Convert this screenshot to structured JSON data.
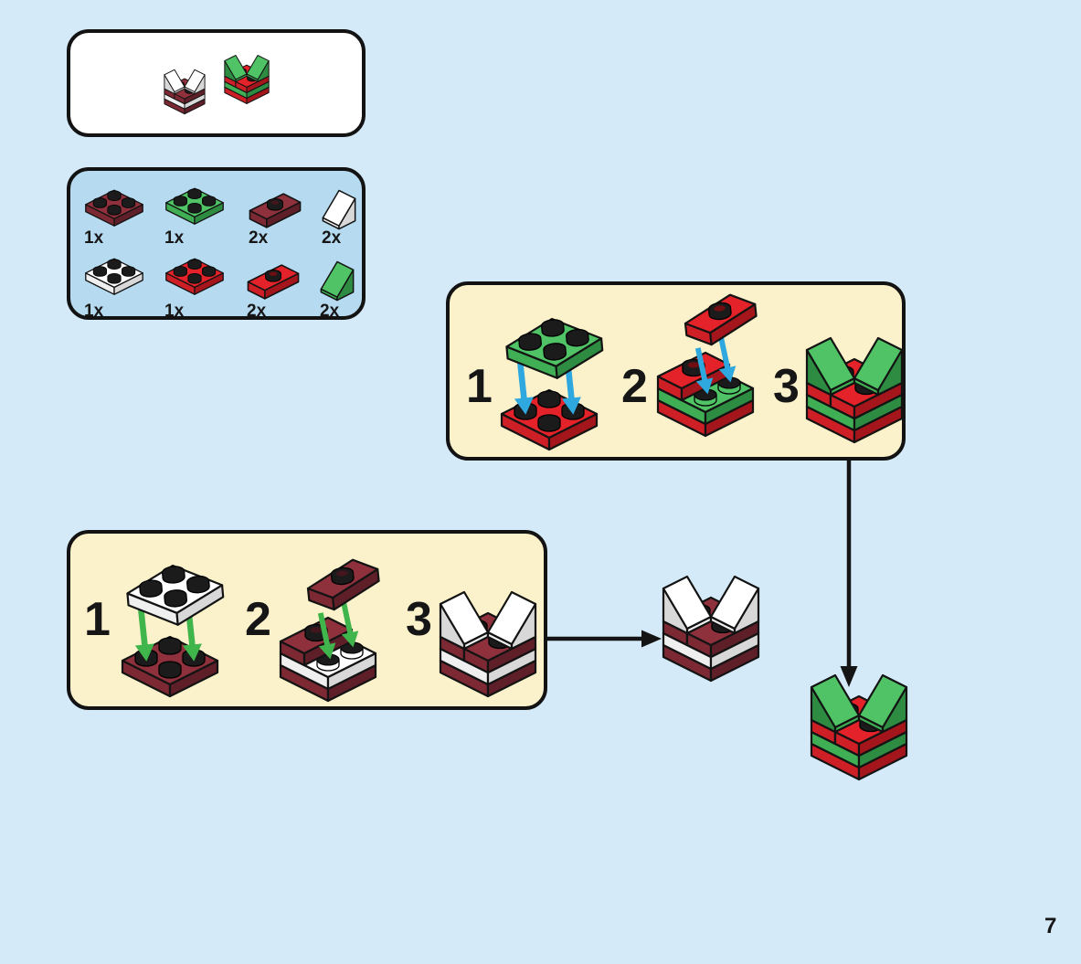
{
  "page": {
    "number": "7"
  },
  "colors": {
    "page_bg": "#D5EAF8",
    "panel_white": "#FFFFFF",
    "panel_blue": "#B6DBF0",
    "panel_cream": "#FBF2CB",
    "outline": "#131313",
    "red_top": "#E32329",
    "red_left": "#CE1F26",
    "red_right": "#A4161B",
    "red_inner": "#700F13",
    "green_top": "#4FC365",
    "green_left": "#3FAE54",
    "green_right": "#2E8C42",
    "maroon_top": "#8E313C",
    "maroon_left": "#7C2934",
    "maroon_right": "#5F1F29",
    "maroon_inner": "#43161D",
    "white_top": "#FFFFFF",
    "white_left": "#EFEFEF",
    "white_right": "#D8D8D8",
    "stud": "#1B1B1B",
    "arrow_cyan": "#2FA8DF",
    "arrow_green": "#3FB54C",
    "arrow_black": "#141414"
  },
  "preview": {
    "builds": [
      {
        "name": "white-maroon-gift-build"
      },
      {
        "name": "green-red-gift-build"
      }
    ]
  },
  "parts": {
    "items": [
      {
        "name": "plate-2x2-dark-red",
        "count": "1x"
      },
      {
        "name": "plate-2x2-green",
        "count": "1x"
      },
      {
        "name": "jumper-plate-1x2-dark-red",
        "count": "2x"
      },
      {
        "name": "slope-1x1-white",
        "count": "2x"
      },
      {
        "name": "plate-2x2-white",
        "count": "1x"
      },
      {
        "name": "plate-2x2-red",
        "count": "1x"
      },
      {
        "name": "jumper-plate-1x2-red",
        "count": "2x"
      },
      {
        "name": "slope-1x1-green",
        "count": "2x"
      }
    ]
  },
  "steps": {
    "green_red": {
      "labels": [
        "1",
        "2",
        "3"
      ]
    },
    "white_maroon": {
      "labels": [
        "1",
        "2",
        "3"
      ]
    }
  }
}
